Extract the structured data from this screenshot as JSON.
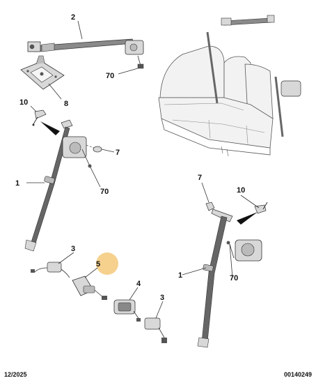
{
  "callouts": {
    "c2": "2",
    "c70_top": "70",
    "c8": "8",
    "c10_left": "10",
    "c7_left": "7",
    "c1_left": "1",
    "c70_mid": "70",
    "c7_right": "7",
    "c10_right": "10",
    "c1_right": "1",
    "c70_right": "70",
    "c3_left": "3",
    "c5": "5",
    "c4": "4",
    "c3_right": "3"
  },
  "footer": {
    "date": "12/2025",
    "reference": "00140249"
  },
  "colors": {
    "line": "#333333",
    "part_fill": "#d8d8d8",
    "part_dark": "#555555",
    "belt": "#666666",
    "seat_fill": "#f2f2f2",
    "highlight": "#f5c97a"
  }
}
